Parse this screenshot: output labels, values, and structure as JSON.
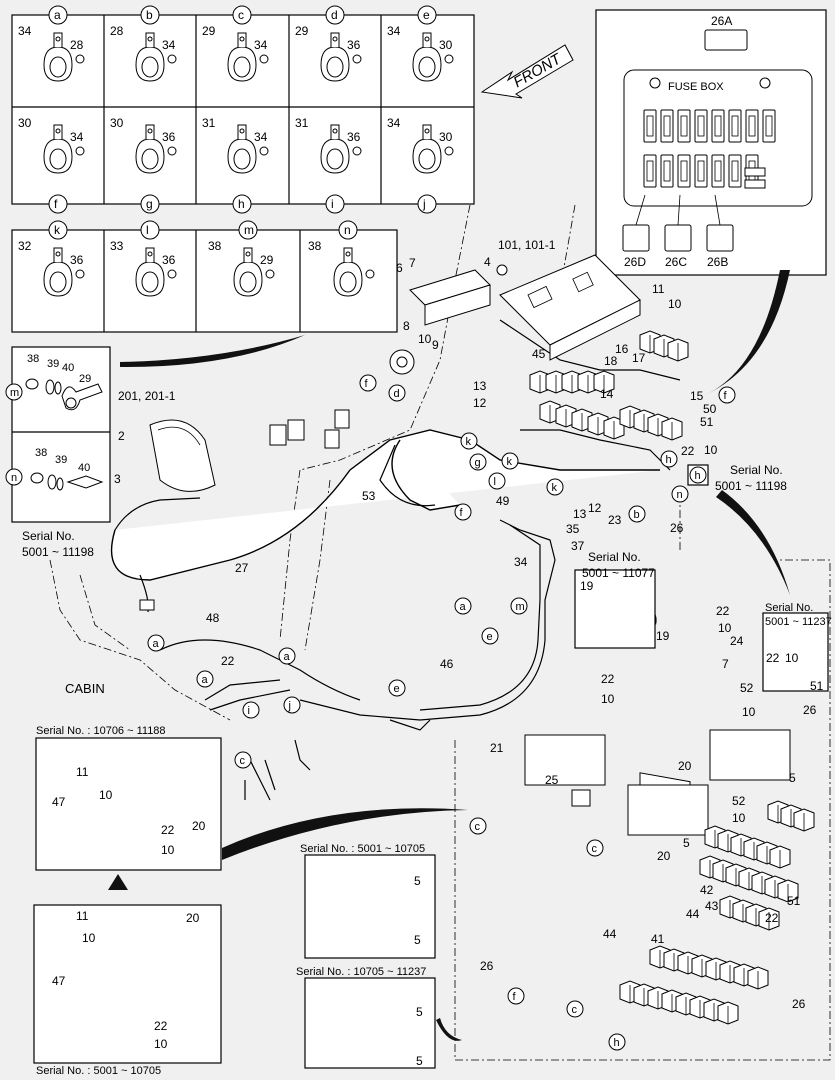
{
  "clamp_table": {
    "row1": [
      {
        "letter": "a",
        "p1": "34",
        "p2": "28"
      },
      {
        "letter": "b",
        "p1": "28",
        "p2": "34"
      },
      {
        "letter": "c",
        "p1": "29",
        "p2": "34"
      },
      {
        "letter": "d",
        "p1": "29",
        "p2": "36"
      },
      {
        "letter": "e",
        "p1": "34",
        "p2": "30"
      }
    ],
    "row2": [
      {
        "letter": "f",
        "p1": "30",
        "p2": "34"
      },
      {
        "letter": "g",
        "p1": "30",
        "p2": "36"
      },
      {
        "letter": "h",
        "p1": "31",
        "p2": "34"
      },
      {
        "letter": "i",
        "p1": "31",
        "p2": "36"
      },
      {
        "letter": "j",
        "p1": "34",
        "p2": "30"
      }
    ],
    "row3": [
      {
        "letter": "k",
        "p1": "32",
        "p2": "36"
      },
      {
        "letter": "l",
        "p1": "33",
        "p2": "36"
      },
      {
        "letter": "m",
        "p1": "38",
        "p2": "29"
      },
      {
        "letter": "n",
        "p1": "38",
        "p2": ""
      }
    ]
  },
  "front_label": "FRONT",
  "fuse_box": {
    "top_ref": "26A",
    "label": "FUSE BOX",
    "refs": [
      "26D",
      "26C",
      "26B"
    ]
  },
  "left_detail": {
    "m_parts": [
      "38",
      "39",
      "40",
      "29"
    ],
    "n_parts": [
      "38",
      "39",
      "40"
    ],
    "serial_line1": "Serial No.",
    "serial_line2": "5001 ~ 11198"
  },
  "labels": {
    "cabin": "CABIN",
    "serial_a_line1": "Serial No.",
    "serial_a_line2": "5001 ~ 11198",
    "serial_b_line1": "Serial No.",
    "serial_b_line2": "5001 ~ 11077",
    "serial_c_line1": "Serial No.",
    "serial_c_line2": "5001 ~ 11237",
    "serial_box1": "Serial No. : 10706 ~ 11188",
    "serial_box2": "Serial No. : 5001 ~ 10705",
    "serial_relay1": "Serial No. : 5001 ~ 10705",
    "serial_relay2": "Serial No. : 10705 ~ 11237"
  },
  "callouts": [
    {
      "id": "c101",
      "text": "101, 101-1"
    },
    {
      "id": "c201",
      "text": "201, 201-1"
    },
    {
      "id": "c4",
      "text": "4"
    },
    {
      "id": "c6",
      "text": "6"
    },
    {
      "id": "c7",
      "text": "7"
    },
    {
      "id": "c8",
      "text": "8"
    },
    {
      "id": "c10a",
      "text": "10"
    },
    {
      "id": "c9",
      "text": "9"
    },
    {
      "id": "c11",
      "text": "11"
    },
    {
      "id": "c10b",
      "text": "10"
    },
    {
      "id": "c45",
      "text": "45"
    },
    {
      "id": "c18",
      "text": "18"
    },
    {
      "id": "c16",
      "text": "16"
    },
    {
      "id": "c17",
      "text": "17"
    },
    {
      "id": "c13a",
      "text": "13"
    },
    {
      "id": "c12a",
      "text": "12"
    },
    {
      "id": "c14",
      "text": "14"
    },
    {
      "id": "c15",
      "text": "15"
    },
    {
      "id": "c50",
      "text": "50"
    },
    {
      "id": "c51a",
      "text": "51"
    },
    {
      "id": "c22a",
      "text": "22"
    },
    {
      "id": "c10c",
      "text": "10"
    },
    {
      "id": "c2",
      "text": "2"
    },
    {
      "id": "c3",
      "text": "3"
    },
    {
      "id": "c53",
      "text": "53"
    },
    {
      "id": "c27",
      "text": "27"
    },
    {
      "id": "c49",
      "text": "49"
    },
    {
      "id": "c35",
      "text": "35"
    },
    {
      "id": "c37",
      "text": "37"
    },
    {
      "id": "c34",
      "text": "34"
    },
    {
      "id": "c13b",
      "text": "13"
    },
    {
      "id": "c12b",
      "text": "12"
    },
    {
      "id": "c23",
      "text": "23"
    },
    {
      "id": "c26a",
      "text": "26"
    },
    {
      "id": "c48",
      "text": "48"
    },
    {
      "id": "c22b",
      "text": "22"
    },
    {
      "id": "c46",
      "text": "46"
    },
    {
      "id": "c19a",
      "text": "19"
    },
    {
      "id": "c19b",
      "text": "19"
    },
    {
      "id": "c22c",
      "text": "22"
    },
    {
      "id": "c10d",
      "text": "10"
    },
    {
      "id": "c24",
      "text": "24"
    },
    {
      "id": "c7b",
      "text": "7"
    },
    {
      "id": "c22d",
      "text": "22"
    },
    {
      "id": "c10e",
      "text": "10"
    },
    {
      "id": "c21",
      "text": "21"
    },
    {
      "id": "c52a",
      "text": "52"
    },
    {
      "id": "c10f",
      "text": "10"
    },
    {
      "id": "c20a",
      "text": "20"
    },
    {
      "id": "c25",
      "text": "25"
    },
    {
      "id": "c52b",
      "text": "52"
    },
    {
      "id": "c10g",
      "text": "10"
    },
    {
      "id": "c20b",
      "text": "20"
    },
    {
      "id": "c5a",
      "text": "5"
    },
    {
      "id": "c5b",
      "text": "5"
    },
    {
      "id": "c22e",
      "text": "22"
    },
    {
      "id": "c10h",
      "text": "10"
    },
    {
      "id": "c51b",
      "text": "51"
    },
    {
      "id": "c26b",
      "text": "26"
    },
    {
      "id": "c42",
      "text": "42"
    },
    {
      "id": "c43",
      "text": "43"
    },
    {
      "id": "c44a",
      "text": "44"
    },
    {
      "id": "c22f",
      "text": "22"
    },
    {
      "id": "c51c",
      "text": "51"
    },
    {
      "id": "c41",
      "text": "41"
    },
    {
      "id": "c44b",
      "text": "44"
    },
    {
      "id": "c26c",
      "text": "26"
    },
    {
      "id": "c26d",
      "text": "26"
    },
    {
      "id": "c11b",
      "text": "11"
    },
    {
      "id": "c10i",
      "text": "10"
    },
    {
      "id": "c47a",
      "text": "47"
    },
    {
      "id": "c22g",
      "text": "22"
    },
    {
      "id": "c10j",
      "text": "10"
    },
    {
      "id": "c20c",
      "text": "20"
    },
    {
      "id": "c11c",
      "text": "11"
    },
    {
      "id": "c10k",
      "text": "10"
    },
    {
      "id": "c20d",
      "text": "20"
    },
    {
      "id": "c47b",
      "text": "47"
    },
    {
      "id": "c22h",
      "text": "22"
    },
    {
      "id": "c10l",
      "text": "10"
    },
    {
      "id": "c5c",
      "text": "5"
    },
    {
      "id": "c5d",
      "text": "5"
    },
    {
      "id": "c5e",
      "text": "5"
    },
    {
      "id": "c5f",
      "text": "5"
    }
  ],
  "letter_tags": [
    {
      "id": "la1",
      "text": "f"
    },
    {
      "id": "la2",
      "text": "d"
    },
    {
      "id": "la3",
      "text": "k"
    },
    {
      "id": "la4",
      "text": "g"
    },
    {
      "id": "la5",
      "text": "k"
    },
    {
      "id": "la6",
      "text": "l"
    },
    {
      "id": "la7",
      "text": "k"
    },
    {
      "id": "la8",
      "text": "f"
    },
    {
      "id": "la9",
      "text": "b"
    },
    {
      "id": "la10",
      "text": "n"
    },
    {
      "id": "la11",
      "text": "h"
    },
    {
      "id": "la12",
      "text": "f"
    },
    {
      "id": "la13",
      "text": "a"
    },
    {
      "id": "la14",
      "text": "m"
    },
    {
      "id": "la15",
      "text": "e"
    },
    {
      "id": "la16",
      "text": "a"
    },
    {
      "id": "la17",
      "text": "a"
    },
    {
      "id": "la18",
      "text": "a"
    },
    {
      "id": "la19",
      "text": "e"
    },
    {
      "id": "la20",
      "text": "i"
    },
    {
      "id": "la21",
      "text": "j"
    },
    {
      "id": "la22",
      "text": "c"
    },
    {
      "id": "la23",
      "text": "c"
    },
    {
      "id": "la24",
      "text": "c"
    },
    {
      "id": "la25",
      "text": "f"
    },
    {
      "id": "la26",
      "text": "c"
    },
    {
      "id": "la27",
      "text": "h"
    },
    {
      "id": "la28",
      "text": "h"
    }
  ]
}
